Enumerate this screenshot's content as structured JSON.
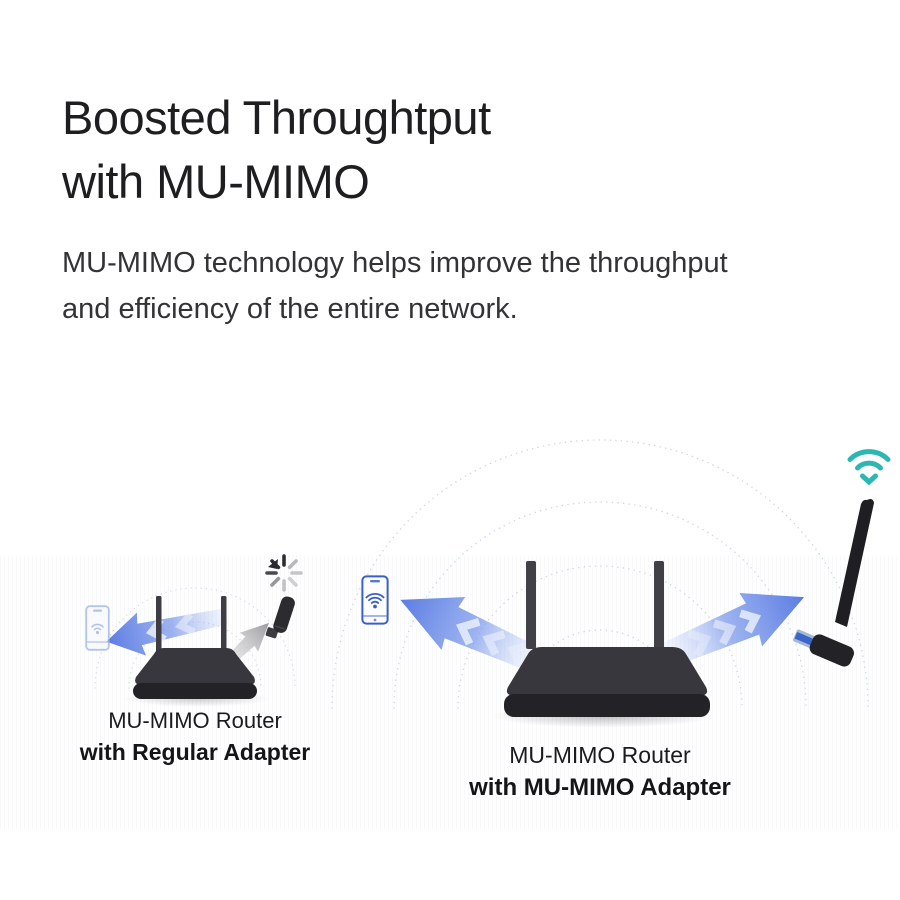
{
  "header": {
    "title_line1": "Boosted Throughtput",
    "title_line2": "with MU-MIMO",
    "subtitle_line1": "MU-MIMO technology helps improve the throughput",
    "subtitle_line2": "and efficiency of the entire network."
  },
  "left_diagram": {
    "caption_line1": "MU-MIMO Router",
    "caption_line2": "with Regular Adapter"
  },
  "right_diagram": {
    "caption_line1": "MU-MIMO Router",
    "caption_line2": "with MU-MIMO Adapter"
  },
  "colors": {
    "accent_blue": "#5b7ce3",
    "teal_wifi": "#2cb8b2",
    "router_body": "#303036",
    "gray_arrow": "#9fa0a3",
    "arc_dots": "#c8d2e2",
    "text_primary": "#1e1e20"
  },
  "icons": {
    "signal_arcs": "dotted-wifi-range-arcs",
    "phone": "smartphone-with-wifi",
    "spinner": "loading-spinner",
    "wifi": "wifi-signal",
    "adapter_small": "usb-adapter",
    "adapter_large": "usb-wifi-adapter-with-antenna"
  }
}
